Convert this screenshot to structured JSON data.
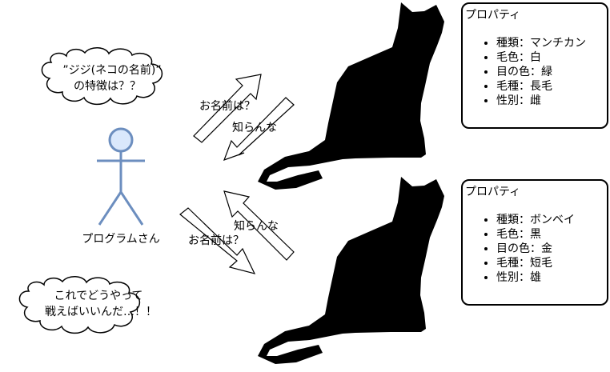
{
  "actor": {
    "label": "プログラムさん",
    "color": "#6c8ebf",
    "fill": "#dae8fc"
  },
  "thought_bubbles": {
    "top": {
      "line1": "”ジジ(ネコの名前)”",
      "line2": "の特徴は？？"
    },
    "bottom": {
      "line1": "これでどうやって",
      "line2": "戦えばいいんだ…！！"
    }
  },
  "messages": {
    "upper": {
      "ask": "お名前は？",
      "reply": "知らんな"
    },
    "lower": {
      "reply": "知らんな",
      "ask": "お名前は？"
    }
  },
  "cats": [
    {
      "name": "cat-1",
      "properties": {
        "title": "プロパティ",
        "items": [
          "種類：マンチカン",
          "毛色：白",
          "目の色：緑",
          "毛種：長毛",
          "性別：雌"
        ]
      }
    },
    {
      "name": "cat-2",
      "properties": {
        "title": "プロパティ",
        "items": [
          "種類：ボンベイ",
          "毛色：黒",
          "目の色：金",
          "毛種：短毛",
          "性別：雄"
        ]
      }
    }
  ]
}
